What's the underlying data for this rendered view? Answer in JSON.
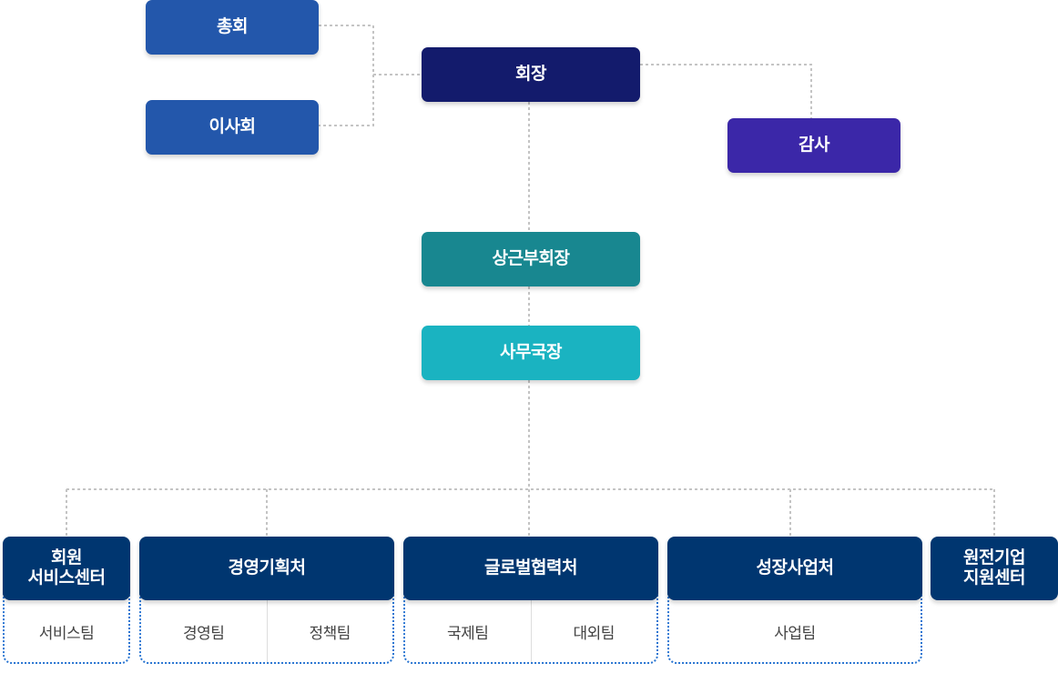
{
  "org": {
    "general_assembly": "총회",
    "board": "이사회",
    "president": "회장",
    "auditor": "감사",
    "vice_president": "상근부회장",
    "secretary_general": "사무국장"
  },
  "departments": [
    {
      "name_lines": [
        "회원",
        "서비스센터"
      ],
      "teams": [
        "서비스팀"
      ]
    },
    {
      "name_lines": [
        "경영기획처"
      ],
      "teams": [
        "경영팀",
        "정책팀"
      ]
    },
    {
      "name_lines": [
        "글로벌협력처"
      ],
      "teams": [
        "국제팀",
        "대외팀"
      ]
    },
    {
      "name_lines": [
        "성장사업처"
      ],
      "teams": [
        "사업팀"
      ]
    },
    {
      "name_lines": [
        "원전기업",
        "지원센터"
      ],
      "teams": []
    }
  ],
  "colors": {
    "top_level": "#2357ab",
    "president": "#131b6c",
    "auditor": "#3b27a8",
    "vice_president": "#188790",
    "secretary_general": "#1ab3c1",
    "department": "#003670",
    "team_border": "#2a76d2",
    "connector": "#c4c4c4"
  }
}
